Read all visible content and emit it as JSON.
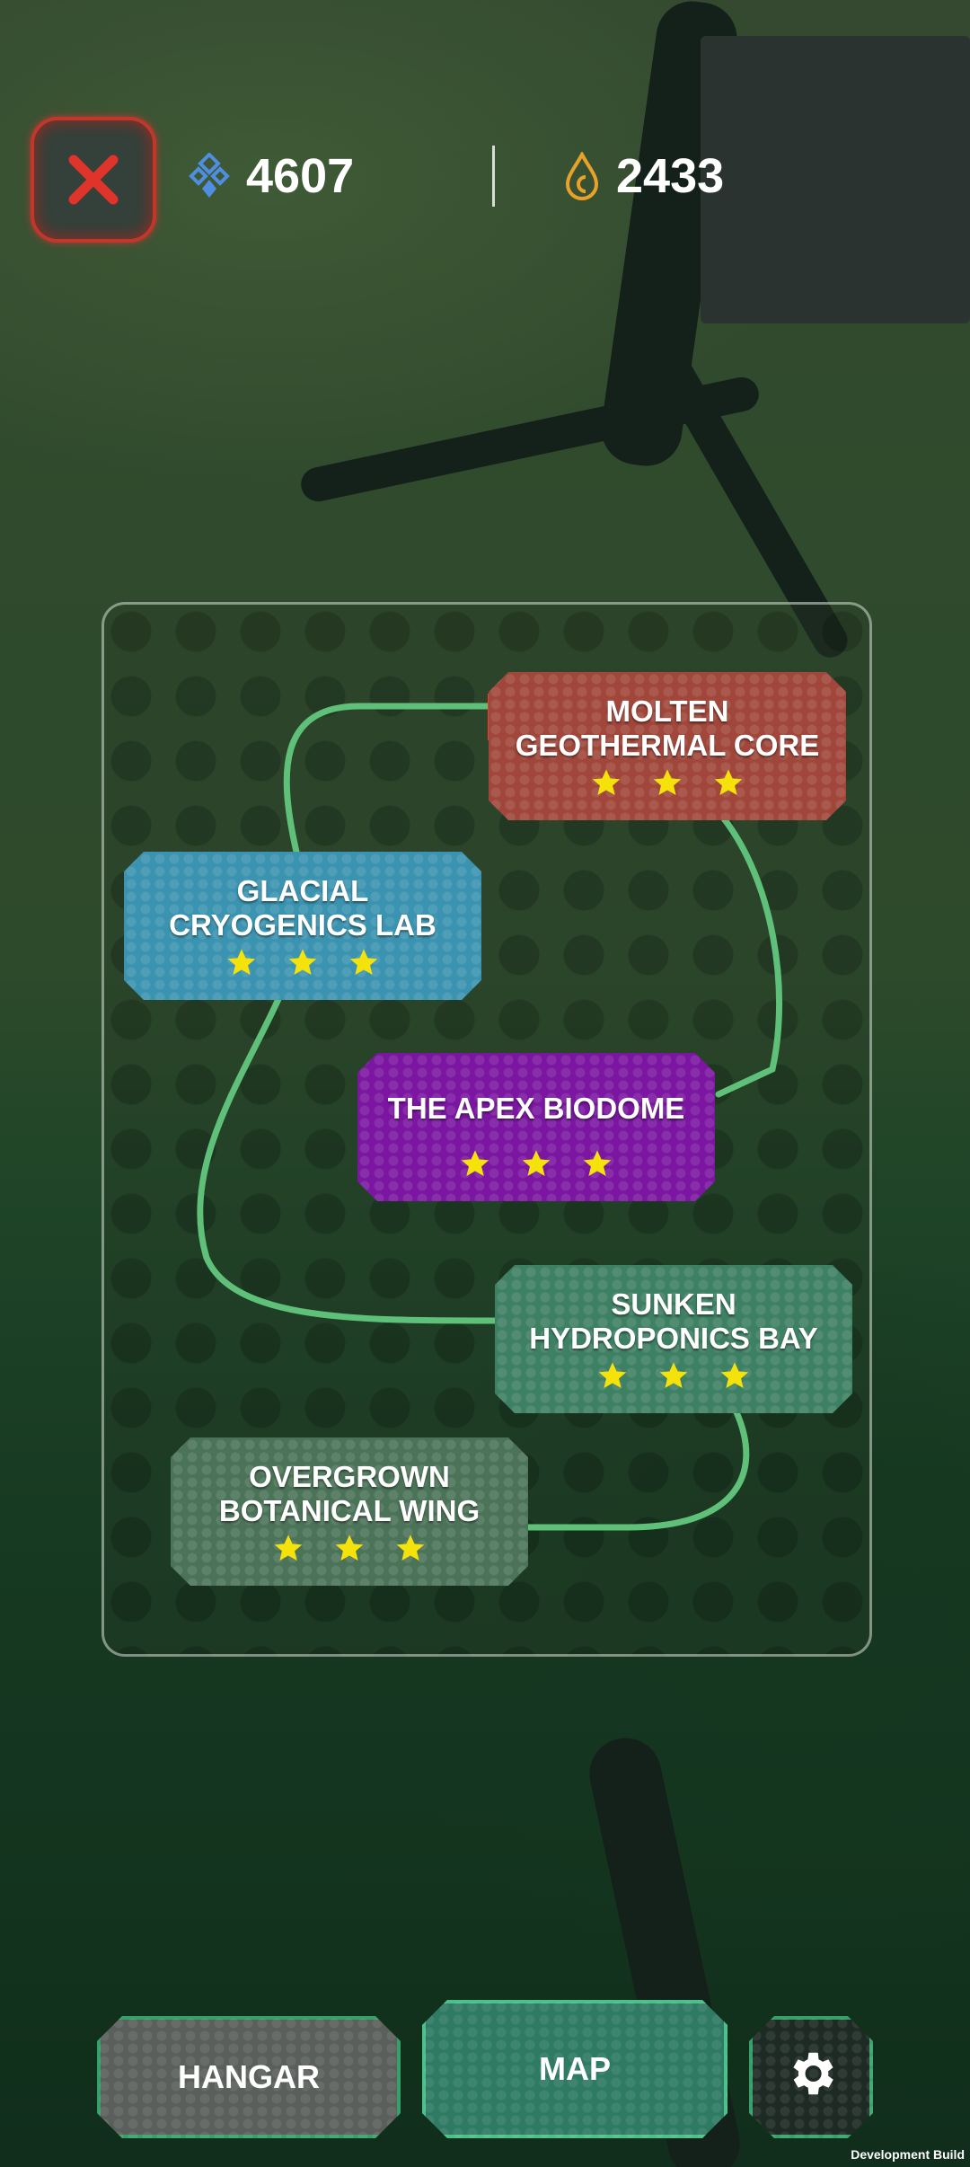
{
  "hud": {
    "gems_value": "4607",
    "fuel_value": "2433",
    "close_icon": "close-x-icon",
    "gems_icon": "blue-diamond-cluster-icon",
    "fuel_icon": "orange-droplet-icon"
  },
  "nodes": [
    {
      "name_line1": "MOLTEN",
      "name_line2": "GEOTHERMAL CORE",
      "stars": 3
    },
    {
      "name_line1": "GLACIAL",
      "name_line2": "CRYOGENICS LAB",
      "stars": 3
    },
    {
      "name_line1": "THE APEX BIODOME",
      "name_line2": "",
      "stars": 3
    },
    {
      "name_line1": "SUNKEN",
      "name_line2": "HYDROPONICS BAY",
      "stars": 3
    },
    {
      "name_line1": "OVERGROWN",
      "name_line2": "BOTANICAL WING",
      "stars": 3
    }
  ],
  "bottom": {
    "hangar_label": "HANGAR",
    "map_label": "MAP",
    "settings_icon": "gear-icon"
  },
  "footer": {
    "build_label": "Development Build"
  },
  "colors": {
    "path": "#5fc07a",
    "star": "#f5e20a",
    "molten": "#a0463a",
    "glacial": "#3a93b0",
    "apex": "#7a16a0",
    "sunken": "#3e8063",
    "overgrown": "#4b7358",
    "close_border": "#c0372d"
  }
}
